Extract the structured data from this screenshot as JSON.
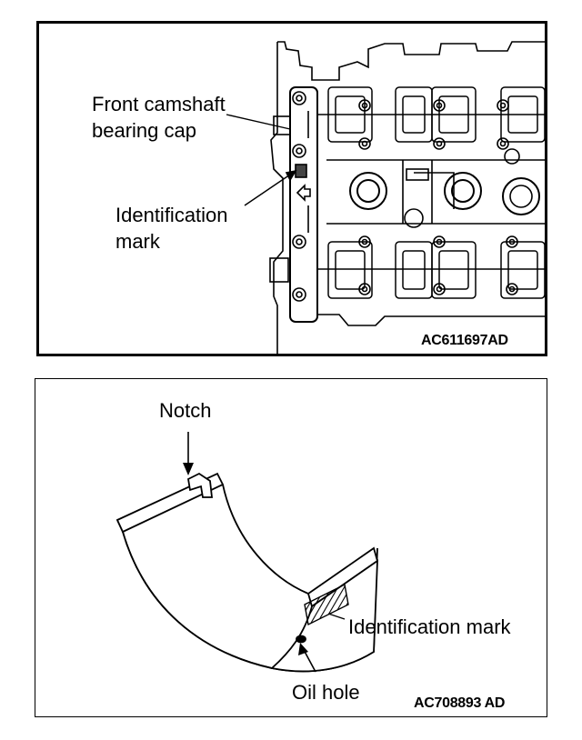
{
  "figure1": {
    "label_front_cap_line1": "Front camshaft",
    "label_front_cap_line2": "bearing cap",
    "label_ident_line1": "Identification",
    "label_ident_line2": "mark",
    "figure_code": "AC611697AD"
  },
  "figure2": {
    "label_notch": "Notch",
    "label_ident": "Identification mark",
    "label_oil_hole": "Oil hole",
    "figure_code": "AC708893 AD"
  }
}
